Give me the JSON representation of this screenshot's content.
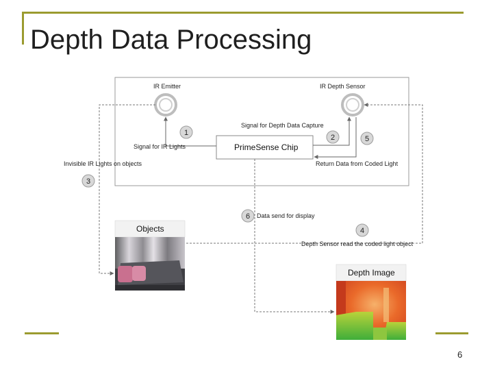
{
  "slide": {
    "title": "Depth Data Processing",
    "page_number": "6"
  },
  "diagram": {
    "ir_emitter": "IR Emitter",
    "ir_depth_sensor": "IR Depth Sensor",
    "chip": "PrimeSense Chip",
    "labels": {
      "signal_ir_lights": "Signal for IR Lights",
      "signal_depth_capture": "Signal for Depth Data Capture",
      "invisible_ir": "Invisible IR Lights on objects",
      "return_data": "Return Data from Coded Light",
      "data_send": "Data send for display",
      "sensor_read": "Depth Sensor read the coded light object"
    },
    "steps": [
      "1",
      "2",
      "3",
      "4",
      "5",
      "6"
    ],
    "objects_title": "Objects",
    "depth_image_title": "Depth Image"
  },
  "colors": {
    "accent_line": "#9b9b2f",
    "arrow_gray": "#777777"
  }
}
